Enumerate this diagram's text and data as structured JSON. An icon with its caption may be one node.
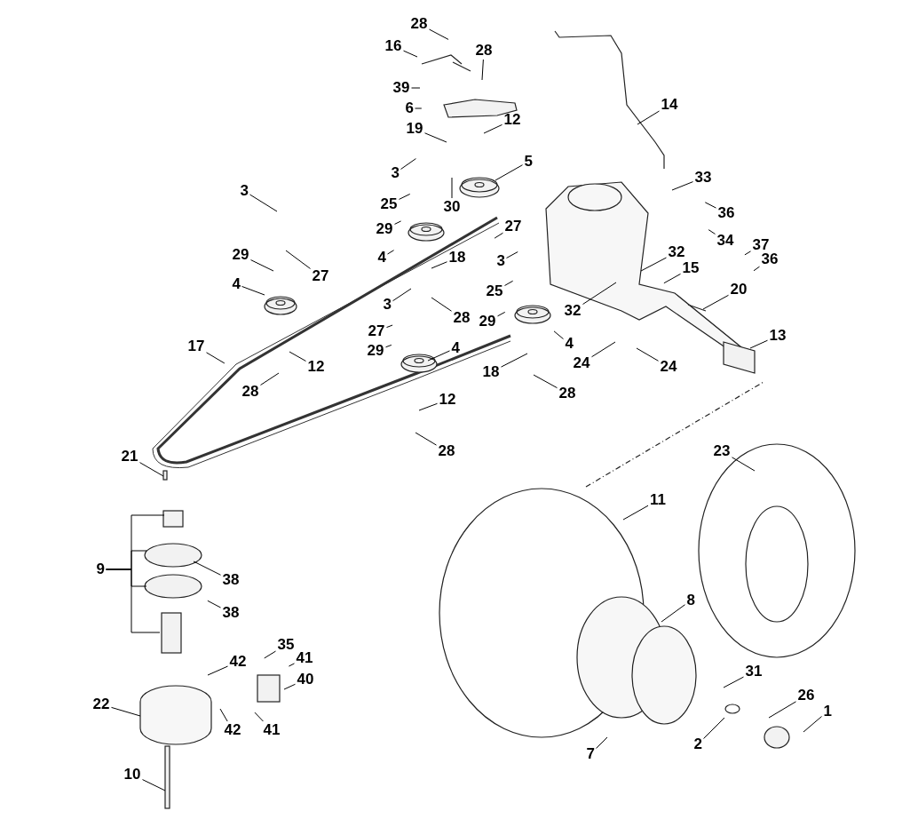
{
  "diagram": {
    "nodes": [
      {
        "text": [
          "28"
        ]
      },
      {
        "text": [
          "16"
        ]
      },
      {
        "text": [
          "28"
        ]
      },
      {
        "text": [
          "39"
        ]
      },
      {
        "text": [
          "6"
        ]
      },
      {
        "text": [
          "14"
        ]
      },
      {
        "text": [
          "12"
        ]
      },
      {
        "text": [
          "19"
        ]
      },
      {
        "text": [
          "3"
        ]
      },
      {
        "text": [
          "5"
        ]
      },
      {
        "text": [
          "33"
        ]
      },
      {
        "text": [
          "3"
        ]
      },
      {
        "text": [
          "25"
        ]
      },
      {
        "text": [
          "30"
        ]
      },
      {
        "text": [
          "36"
        ]
      },
      {
        "text": [
          "29"
        ]
      },
      {
        "text": [
          "27"
        ]
      },
      {
        "text": [
          "34"
        ]
      },
      {
        "text": [
          "37"
        ]
      },
      {
        "text": [
          "4"
        ]
      },
      {
        "text": [
          "3"
        ]
      },
      {
        "text": [
          "32"
        ]
      },
      {
        "text": [
          "18"
        ]
      },
      {
        "text": [
          "29"
        ]
      },
      {
        "text": [
          "36"
        ]
      },
      {
        "text": [
          "15"
        ]
      },
      {
        "text": [
          "27"
        ]
      },
      {
        "text": [
          "25"
        ]
      },
      {
        "text": [
          "4"
        ]
      },
      {
        "text": [
          "20"
        ]
      },
      {
        "text": [
          "3"
        ]
      },
      {
        "text": [
          "29"
        ]
      },
      {
        "text": [
          "28"
        ]
      },
      {
        "text": [
          "32"
        ]
      },
      {
        "text": [
          "27"
        ]
      },
      {
        "text": [
          "13"
        ]
      },
      {
        "text": [
          "4"
        ]
      },
      {
        "text": [
          "17"
        ]
      },
      {
        "text": [
          "29"
        ]
      },
      {
        "text": [
          "4"
        ]
      },
      {
        "text": [
          "24"
        ]
      },
      {
        "text": [
          "24"
        ]
      },
      {
        "text": [
          "12"
        ]
      },
      {
        "text": [
          "18"
        ]
      },
      {
        "text": [
          "28"
        ]
      },
      {
        "text": [
          "28"
        ]
      },
      {
        "text": [
          "12"
        ]
      },
      {
        "text": [
          "28"
        ]
      },
      {
        "text": [
          "21"
        ]
      },
      {
        "text": [
          "23"
        ]
      },
      {
        "text": [
          "11"
        ]
      },
      {
        "text": [
          "9"
        ]
      },
      {
        "text": [
          "38"
        ]
      },
      {
        "text": [
          "38"
        ]
      },
      {
        "text": [
          "35"
        ]
      },
      {
        "text": [
          "42"
        ]
      },
      {
        "text": [
          "41"
        ]
      },
      {
        "text": [
          "40"
        ]
      },
      {
        "text": [
          "8"
        ]
      },
      {
        "text": [
          "31"
        ]
      },
      {
        "text": [
          "26"
        ]
      },
      {
        "text": [
          "1"
        ]
      },
      {
        "text": [
          "22"
        ]
      },
      {
        "text": [
          "42"
        ]
      },
      {
        "text": [
          "41"
        ]
      },
      {
        "text": [
          "2"
        ]
      },
      {
        "text": [
          "7"
        ]
      },
      {
        "text": [
          "10"
        ]
      }
    ],
    "edges": [
      {
        "from": 0,
        "to": null,
        "arrow": "none"
      },
      {
        "from": 1,
        "to": null,
        "arrow": "none"
      },
      {
        "from": 2,
        "to": null,
        "arrow": "none"
      },
      {
        "from": 3,
        "to": null,
        "arrow": "none"
      },
      {
        "from": 4,
        "to": null,
        "arrow": "none"
      },
      {
        "from": 5,
        "to": null,
        "arrow": "none"
      },
      {
        "from": 6,
        "to": null,
        "arrow": "none"
      },
      {
        "from": 7,
        "to": null,
        "arrow": "none"
      },
      {
        "from": 8,
        "to": null,
        "arrow": "none"
      },
      {
        "from": 9,
        "to": null,
        "arrow": "none"
      },
      {
        "from": 10,
        "to": null,
        "arrow": "none"
      },
      {
        "from": 11,
        "to": null,
        "arrow": "none"
      },
      {
        "from": 12,
        "to": null,
        "arrow": "none"
      },
      {
        "from": 13,
        "to": null,
        "arrow": "none"
      },
      {
        "from": 14,
        "to": null,
        "arrow": "none"
      },
      {
        "from": 15,
        "to": null,
        "arrow": "none"
      },
      {
        "from": 16,
        "to": null,
        "arrow": "none"
      },
      {
        "from": 17,
        "to": null,
        "arrow": "none"
      },
      {
        "from": 18,
        "to": null,
        "arrow": "none"
      },
      {
        "from": 19,
        "to": null,
        "arrow": "none"
      },
      {
        "from": 20,
        "to": null,
        "arrow": "none"
      },
      {
        "from": 21,
        "to": null,
        "arrow": "none"
      },
      {
        "from": 22,
        "to": null,
        "arrow": "none"
      },
      {
        "from": 23,
        "to": null,
        "arrow": "none"
      },
      {
        "from": 24,
        "to": null,
        "arrow": "none"
      },
      {
        "from": 25,
        "to": null,
        "arrow": "none"
      },
      {
        "from": 26,
        "to": null,
        "arrow": "none"
      },
      {
        "from": 27,
        "to": null,
        "arrow": "none"
      },
      {
        "from": 28,
        "to": null,
        "arrow": "none"
      },
      {
        "from": 29,
        "to": null,
        "arrow": "none"
      },
      {
        "from": 30,
        "to": null,
        "arrow": "none"
      },
      {
        "from": 31,
        "to": null,
        "arrow": "none"
      },
      {
        "from": 32,
        "to": null,
        "arrow": "none"
      },
      {
        "from": 33,
        "to": null,
        "arrow": "none"
      },
      {
        "from": 34,
        "to": null,
        "arrow": "none"
      },
      {
        "from": 35,
        "to": null,
        "arrow": "none"
      },
      {
        "from": 36,
        "to": null,
        "arrow": "none"
      },
      {
        "from": 37,
        "to": null,
        "arrow": "none"
      },
      {
        "from": 38,
        "to": null,
        "arrow": "none"
      },
      {
        "from": 39,
        "to": null,
        "arrow": "none"
      },
      {
        "from": 40,
        "to": null,
        "arrow": "none"
      },
      {
        "from": 41,
        "to": null,
        "arrow": "none"
      },
      {
        "from": 42,
        "to": null,
        "arrow": "none"
      },
      {
        "from": 43,
        "to": null,
        "arrow": "none"
      },
      {
        "from": 44,
        "to": null,
        "arrow": "none"
      },
      {
        "from": 45,
        "to": null,
        "arrow": "none"
      },
      {
        "from": 46,
        "to": null,
        "arrow": "none"
      },
      {
        "from": 47,
        "to": null,
        "arrow": "none"
      },
      {
        "from": 48,
        "to": null,
        "arrow": "none"
      },
      {
        "from": 49,
        "to": null,
        "arrow": "none"
      },
      {
        "from": 50,
        "to": null,
        "arrow": "none"
      },
      {
        "from": 51,
        "to": null,
        "arrow": "none"
      },
      {
        "from": 51,
        "to": null,
        "arrow": "none"
      },
      {
        "from": 51,
        "to": null,
        "arrow": "none"
      },
      {
        "from": 51,
        "to": null,
        "arrow": "none"
      },
      {
        "from": 52,
        "to": null,
        "arrow": "none"
      },
      {
        "from": 53,
        "to": null,
        "arrow": "none"
      },
      {
        "from": 54,
        "to": null,
        "arrow": "none"
      },
      {
        "from": 55,
        "to": null,
        "arrow": "none"
      },
      {
        "from": 56,
        "to": null,
        "arrow": "none"
      },
      {
        "from": 57,
        "to": null,
        "arrow": "none"
      },
      {
        "from": 58,
        "to": null,
        "arrow": "none"
      },
      {
        "from": 59,
        "to": null,
        "arrow": "none"
      },
      {
        "from": 60,
        "to": null,
        "arrow": "none"
      },
      {
        "from": 61,
        "to": null,
        "arrow": "none"
      },
      {
        "from": 62,
        "to": null,
        "arrow": "none"
      },
      {
        "from": 63,
        "to": null,
        "arrow": "none"
      },
      {
        "from": 64,
        "to": null,
        "arrow": "none"
      },
      {
        "from": 65,
        "to": null,
        "arrow": "none"
      },
      {
        "from": 66,
        "to": null,
        "arrow": "none"
      },
      {
        "from": 67,
        "to": null,
        "arrow": "none"
      }
    ]
  }
}
